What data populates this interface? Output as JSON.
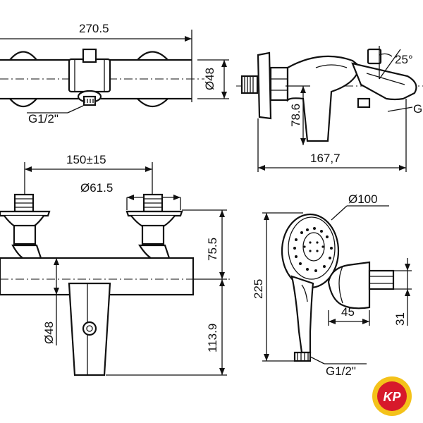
{
  "top_view": {
    "width_label": "270.5",
    "diameter_label": "Ø48",
    "thread_label": "G1/2\""
  },
  "side_view": {
    "angle_label": "25°",
    "height_label": "78.6",
    "depth_label": "167,7",
    "thread_label_partial": "G"
  },
  "front_view": {
    "spacing_label": "150±15",
    "flange_label": "Ø61.5",
    "upper_height_label": "75.5",
    "lower_height_label": "113.9",
    "body_diameter_label": "Ø48"
  },
  "hand_shower": {
    "head_diameter_label": "Ø100",
    "length_label": "225",
    "thread_label": "G1/2\""
  },
  "holder": {
    "width_label": "45",
    "height_label": "31"
  },
  "logo": {
    "text": "KP",
    "colors": {
      "outer": "#f4c21a",
      "inner": "#d7192b",
      "text": "#ffffff"
    }
  }
}
